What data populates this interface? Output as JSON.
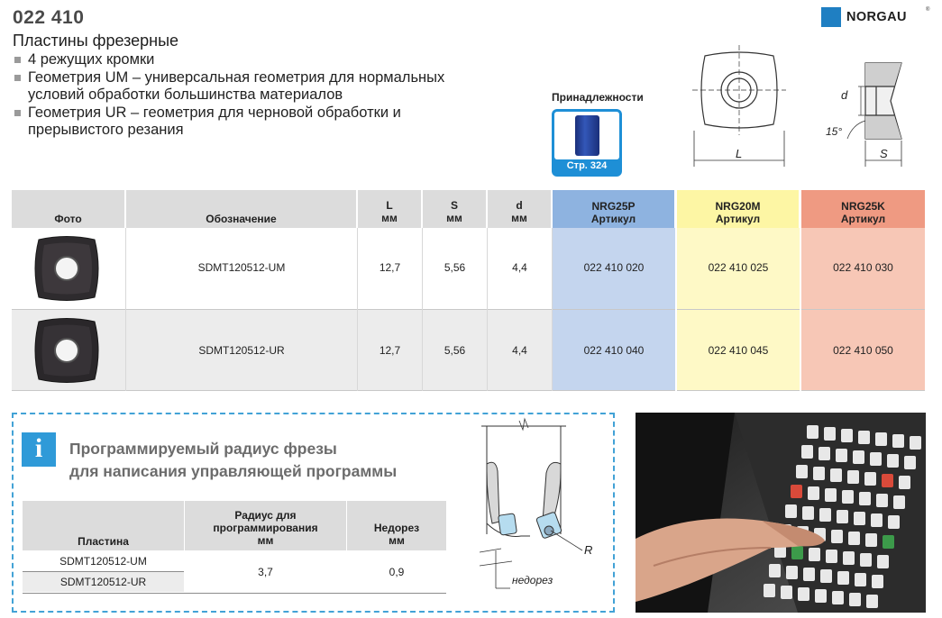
{
  "header": {
    "code": "022 410",
    "title": "Пластины фрезерные",
    "bullets": [
      "4 режущих кромки",
      "Геометрия UM – универсальная геометрия для нормальных условий обработки большинства материалов",
      "Геометрия UR – геометрия для черновой обработки и прерывистого резания"
    ]
  },
  "brand": {
    "name": "NORGAU",
    "reg": "®",
    "color": "#1f7fc2"
  },
  "accessories": {
    "title": "Принадлежности",
    "page_label": "Стр. 324"
  },
  "drawing_labels": {
    "d": "d",
    "angle": "15°",
    "L": "L",
    "S": "S"
  },
  "table": {
    "headers": {
      "photo": "Фото",
      "designation": "Обозначение",
      "L": "L",
      "L_unit": "мм",
      "S": "S",
      "S_unit": "мм",
      "d": "d",
      "d_unit": "мм",
      "materials": [
        {
          "name": "NRG25P",
          "sub": "Артикул",
          "header_color": "#8eb3e0",
          "cell_color": "#c4d5ee"
        },
        {
          "name": "NRG20M",
          "sub": "Артикул",
          "header_color": "#fdf6a4",
          "cell_color": "#fef9c6"
        },
        {
          "name": "NRG25K",
          "sub": "Артикул",
          "header_color": "#ef9a82",
          "cell_color": "#f7c7b6"
        }
      ]
    },
    "rows": [
      {
        "designation": "SDMT120512-UM",
        "L": "12,7",
        "S": "5,56",
        "d": "4,4",
        "articles": [
          "022 410 020",
          "022 410 025",
          "022 410 030"
        ]
      },
      {
        "designation": "SDMT120512-UR",
        "L": "12,7",
        "S": "5,56",
        "d": "4,4",
        "articles": [
          "022 410 040",
          "022 410 045",
          "022 410 050"
        ]
      }
    ]
  },
  "info": {
    "icon": "i",
    "title_line1": "Программируемый радиус фрезы",
    "title_line2": "для написания управляющей программы",
    "table": {
      "col1": "Пластина",
      "col2_line1": "Радиус для",
      "col2_line2": "программирования",
      "col2_line3": "мм",
      "col3_line1": "Недорез",
      "col3_line2": "мм",
      "rows": [
        "SDMT120512-UM",
        "SDMT120512-UR"
      ],
      "radius": "3,7",
      "undercut": "0,9"
    },
    "drawing_labels": {
      "R": "R",
      "undercut": "недорез"
    }
  }
}
